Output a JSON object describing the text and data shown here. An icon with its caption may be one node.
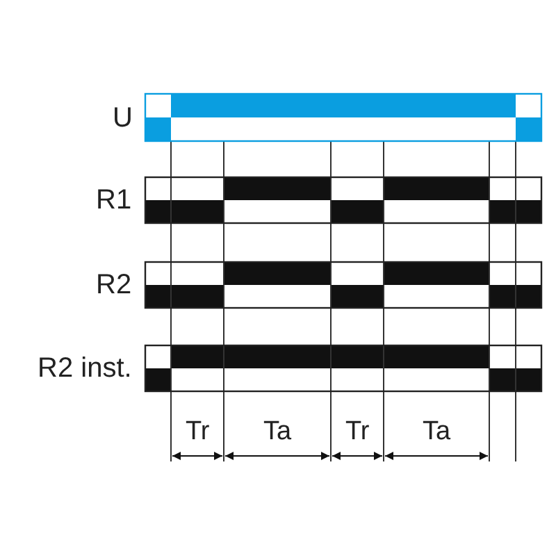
{
  "diagram": {
    "labels": [
      "U",
      "R1",
      "R2",
      "R2 inst.",
      "Tr",
      "Ta",
      "Tr",
      "Ta"
    ]
  }
}
